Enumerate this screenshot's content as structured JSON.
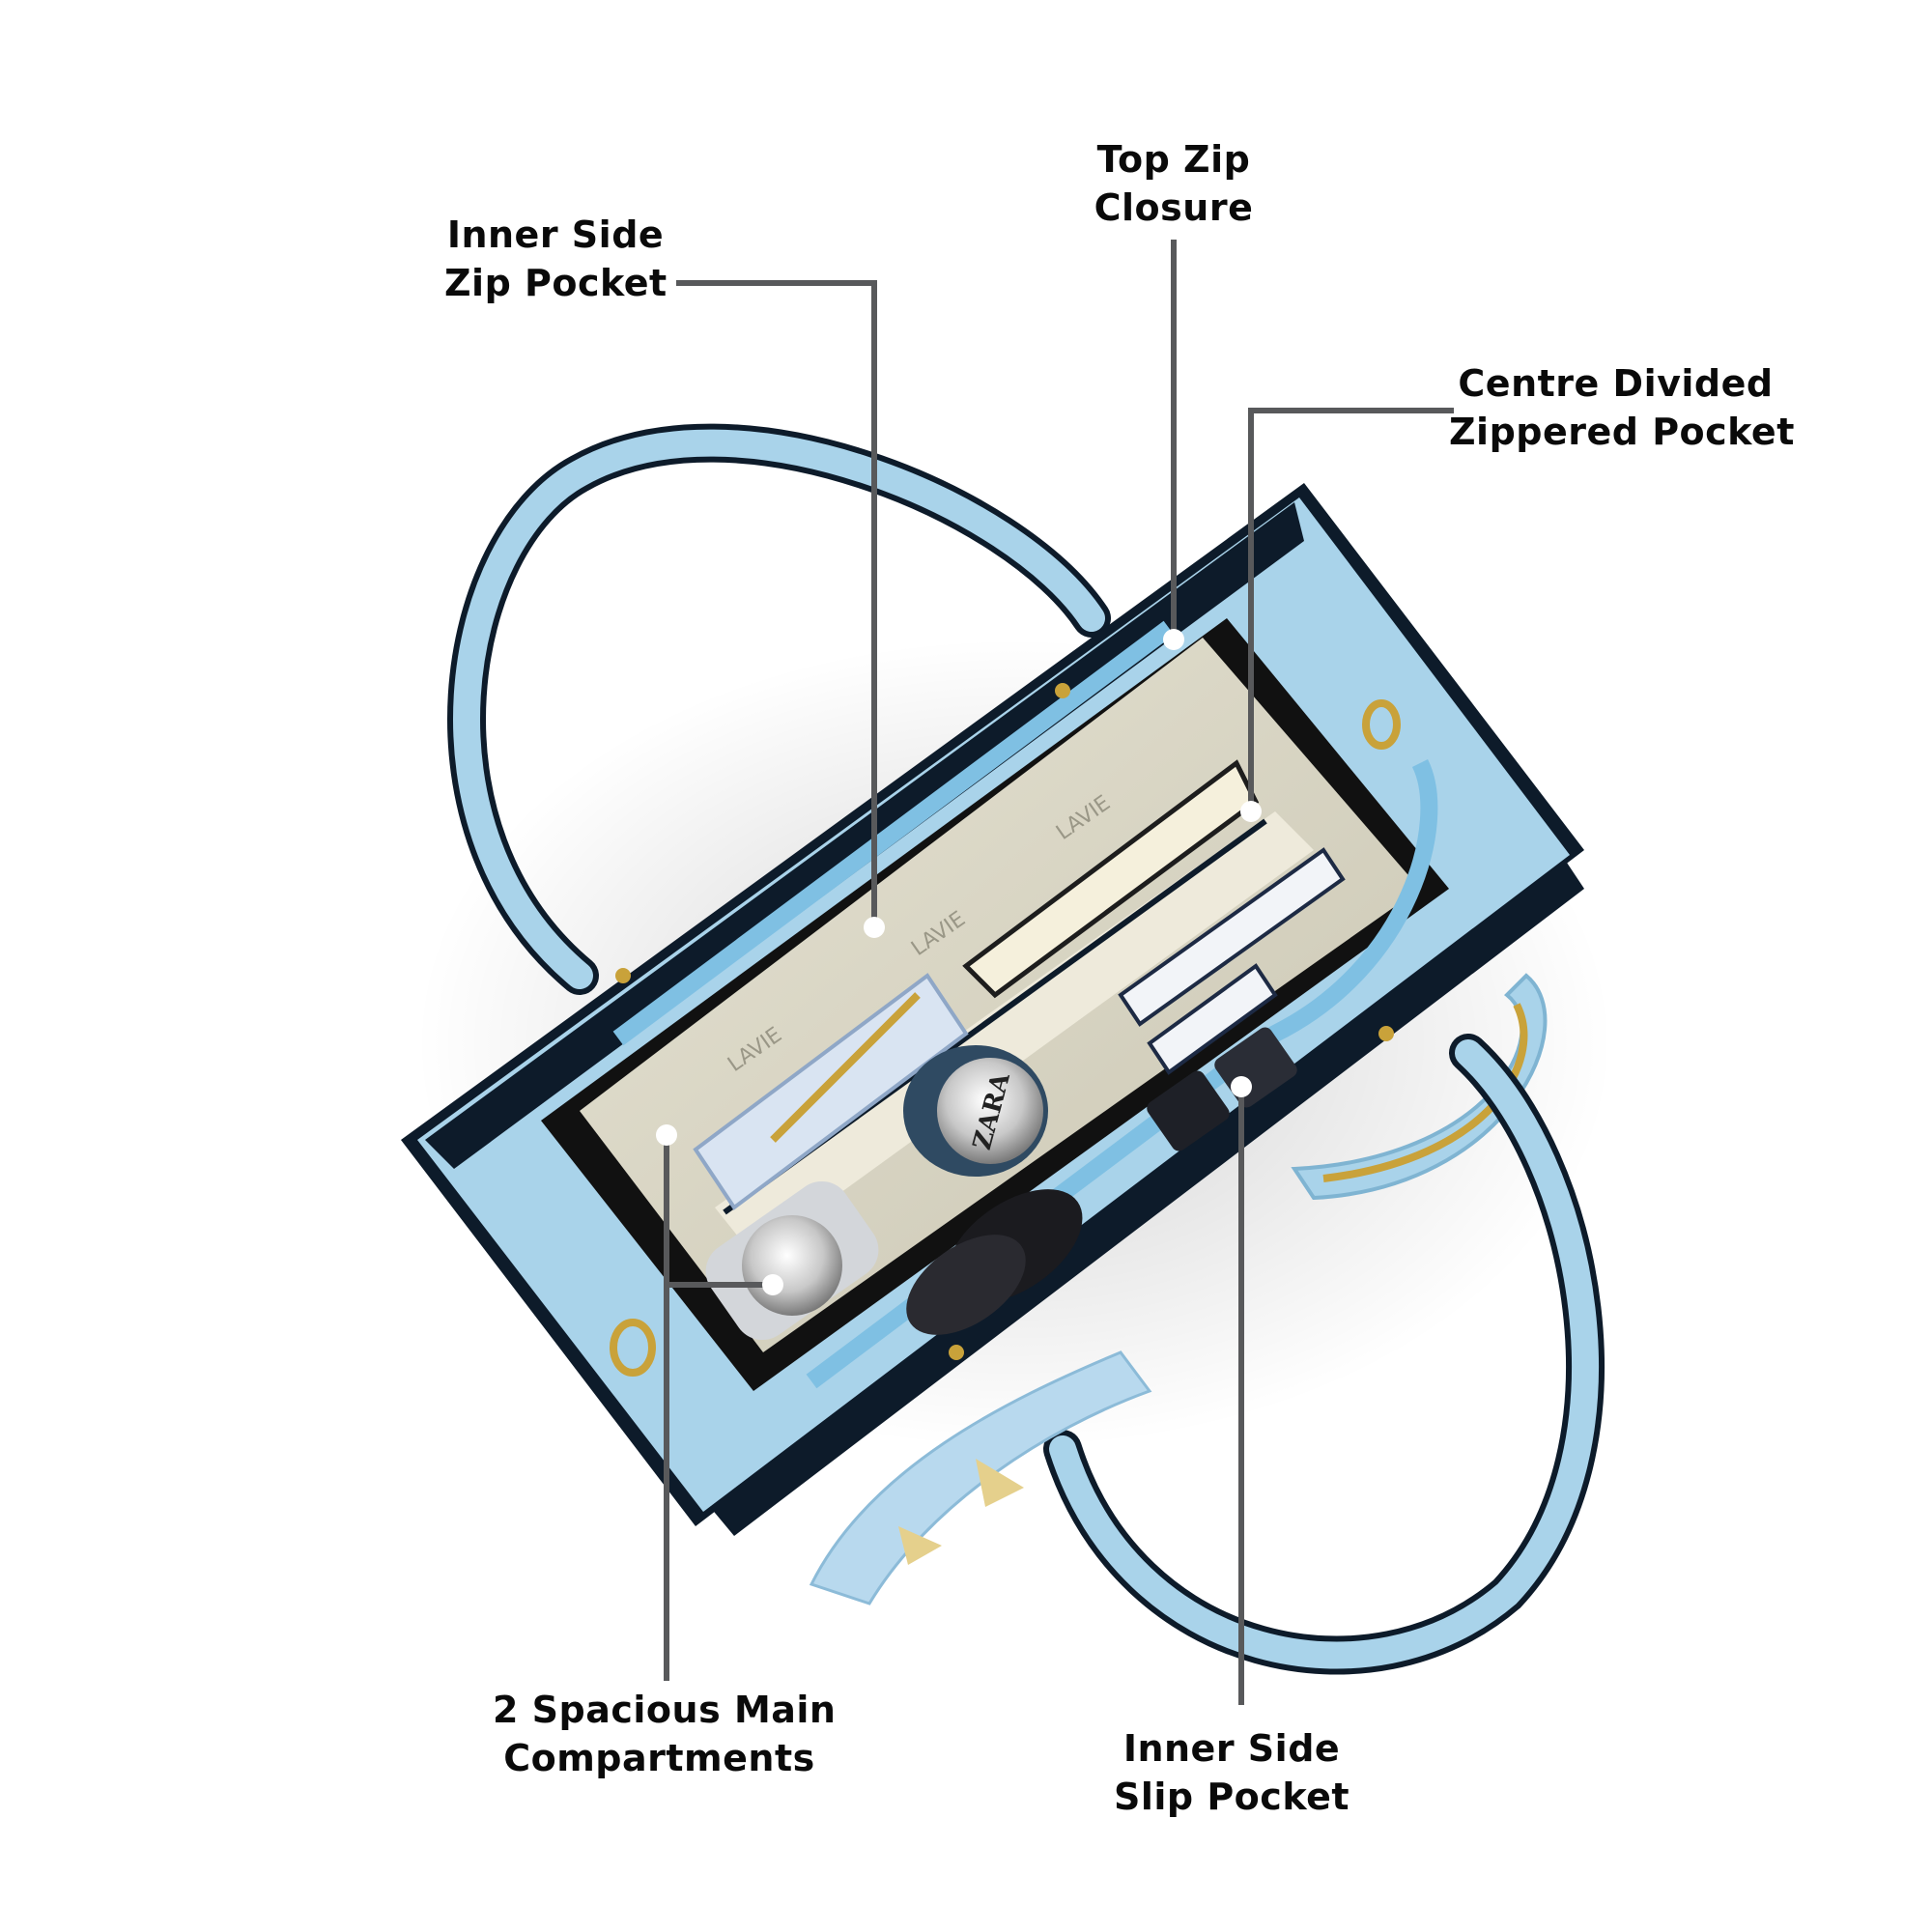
{
  "callouts": {
    "inner_side_zip_pocket": {
      "line1": "Inner Side",
      "line2": "Zip Pocket"
    },
    "top_zip_closure": {
      "line1": "Top Zip",
      "line2": "Closure"
    },
    "centre_divided_pocket": {
      "line1": "Centre Divided",
      "line2": "Zippered Pocket"
    },
    "main_compartments": {
      "line1": "2 Spacious Main",
      "line2": "Compartments"
    },
    "inner_side_slip_pocket": {
      "line1": "Inner Side",
      "line2": "Slip Pocket"
    }
  },
  "product": {
    "lining_brand_print": "LAVIE",
    "item_brand_print": "ZARA"
  },
  "colors": {
    "bag_blue": "#a9d3ea",
    "lining": "#d9d6c6",
    "piping": "#0d1b2a",
    "hardware_gold": "#c9a23a",
    "leader_line": "#58595b"
  }
}
